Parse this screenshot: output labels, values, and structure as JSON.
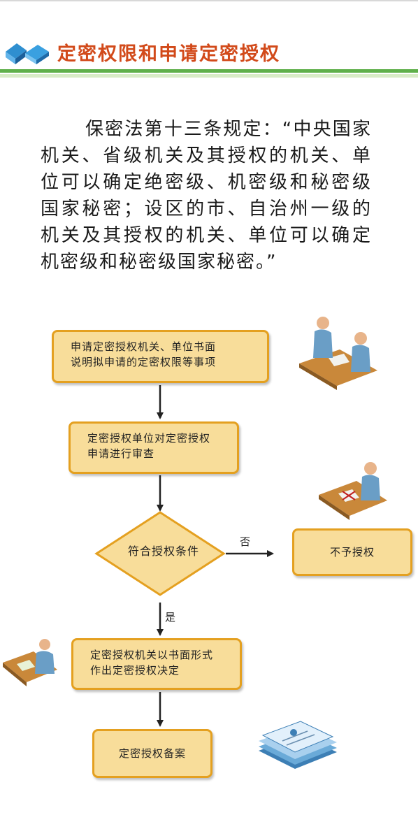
{
  "header": {
    "title": "定密权限和申请定密授权"
  },
  "law_text": "保密法第十三条规定：“中央国家机关、省级机关及其授权的机关、单位可以确定绝密级、机密级和秘密级国家秘密；设区的市、自治州一级的机关及其授权的机关、单位可以确定机密级和秘密级国家秘密。”",
  "flowchart": {
    "step1": {
      "line1": "申请定密授权机关、单位书面",
      "line2": "说明拟申请的定密权限等事项"
    },
    "step2": {
      "line1": "定密授权单位对定密授权",
      "line2": "申请进行审查"
    },
    "decision": "符合授权条件",
    "no_label": "否",
    "reject": "不予授权",
    "yes_label": "是",
    "step3": {
      "line1": "定密授权机关以书面形式",
      "line2": "作出定密授权决定"
    },
    "step4": "定密授权备案"
  },
  "colors": {
    "box_fill": "#f8dd9a",
    "box_border": "#e4a020",
    "diamond_fill": "#f8dd9a",
    "title": "#d24a1a",
    "header_bar": "#5fb04a"
  },
  "icons": [
    "logo-icon",
    "meeting-people-icon",
    "person-rejecting-document-icon",
    "person-writing-icon",
    "stacked-documents-icon"
  ]
}
